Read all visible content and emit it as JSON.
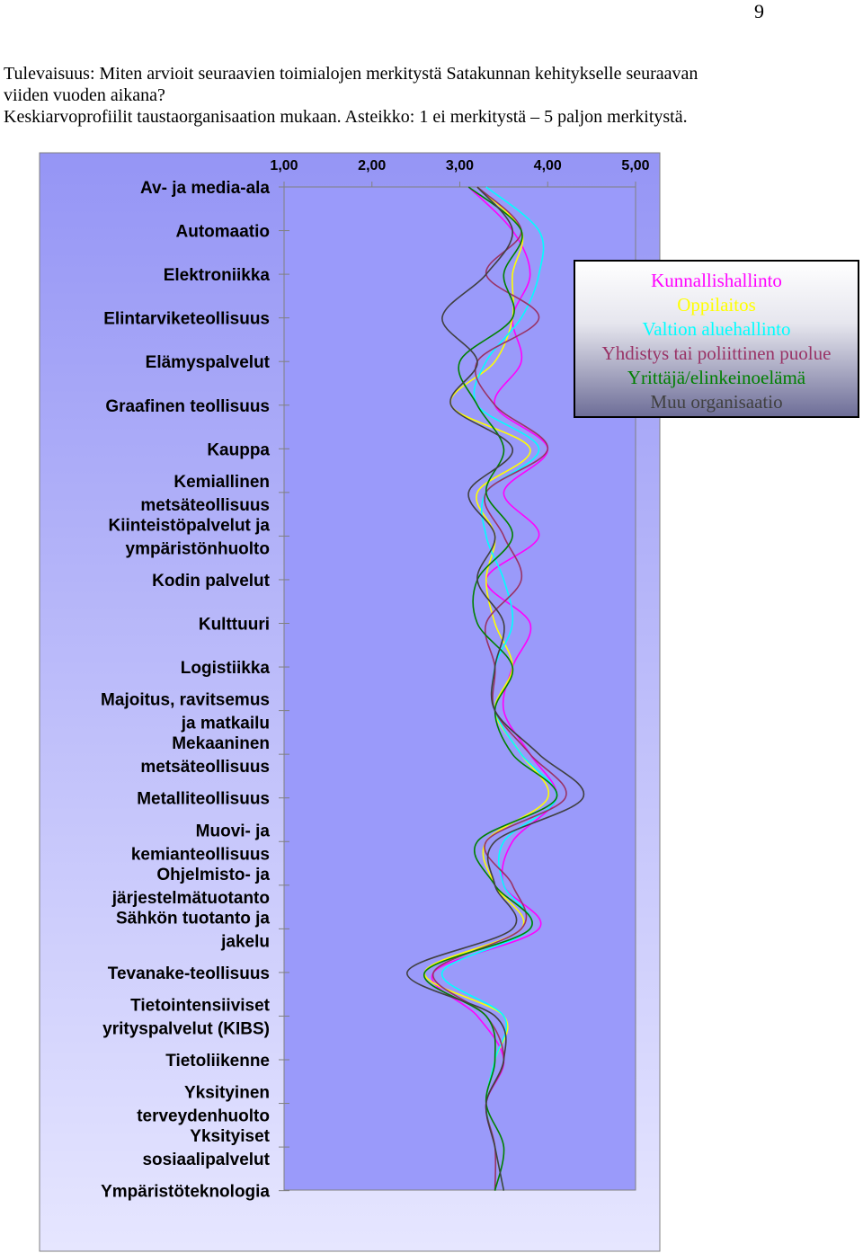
{
  "page": {
    "number": "9"
  },
  "intro": {
    "line1": "Tulevaisuus: Miten arvioit seuraavien toimialojen merkitystä Satakunnan kehitykselle seuraavan",
    "line2": "viiden vuoden aikana?",
    "line3": "Keskiarvoprofiilit taustaorganisaation mukaan. Asteikko: 1 ei merkitystä – 5 paljon merkitystä."
  },
  "colors": {
    "plot_background": "#9a9afa",
    "frame_background_top": "#9595f5",
    "frame_background_bottom": "#e6e6ff"
  },
  "chart_data": {
    "type": "line",
    "orientation": "horizontal-profile",
    "xlim": [
      1,
      5
    ],
    "x_ticks": [
      "1,00",
      "2,00",
      "3,00",
      "4,00",
      "5,00"
    ],
    "grid": false,
    "legend_position": "right",
    "categories": [
      [
        "Av- ja media-ala"
      ],
      [
        "Automaatio"
      ],
      [
        "Elektroniikka"
      ],
      [
        "Elintarviketeollisuus"
      ],
      [
        "Elämyspalvelut"
      ],
      [
        "Graafinen teollisuus"
      ],
      [
        "Kauppa"
      ],
      [
        "Kemiallinen",
        "metsäteollisuus"
      ],
      [
        "Kiinteistöpalvelut ja",
        "ympäristönhuolto"
      ],
      [
        "Kodin palvelut"
      ],
      [
        "Kulttuuri"
      ],
      [
        "Logistiikka"
      ],
      [
        "Majoitus, ravitsemus",
        "ja matkailu"
      ],
      [
        "Mekaaninen",
        "metsäteollisuus"
      ],
      [
        "Metalliteollisuus"
      ],
      [
        "Muovi- ja",
        "kemianteollisuus"
      ],
      [
        "Ohjelmisto- ja",
        "järjestelmätuotanto"
      ],
      [
        "Sähkön tuotanto ja",
        "jakelu"
      ],
      [
        "Tevanake-teollisuus"
      ],
      [
        "Tietointensiiviset",
        "yrityspalvelut (KIBS)"
      ],
      [
        "Tietoliikenne"
      ],
      [
        "Yksityinen",
        "terveydenhuolto"
      ],
      [
        "Yksityiset",
        "sosiaalipalvelut"
      ],
      [
        "Ympäristöteknologia"
      ]
    ],
    "series": [
      {
        "name": "Kunnallishallinto",
        "color": "#ff00ff",
        "values": [
          3.1,
          3.6,
          3.8,
          3.6,
          3.7,
          3.4,
          4.0,
          3.5,
          3.9,
          3.3,
          3.8,
          3.6,
          3.5,
          3.8,
          4.1,
          3.6,
          3.5,
          3.9,
          2.7,
          3.2,
          3.5,
          3.3,
          3.4,
          3.5
        ]
      },
      {
        "name": "Oppilaitos",
        "color": "#ffff00",
        "values": [
          3.2,
          3.7,
          3.6,
          3.6,
          3.4,
          2.9,
          3.8,
          3.2,
          3.4,
          3.3,
          3.4,
          3.6,
          3.4,
          3.7,
          4.0,
          3.3,
          3.4,
          3.7,
          2.6,
          3.5,
          3.4,
          3.3,
          3.4,
          3.5
        ]
      },
      {
        "name": "Valtion aluehallinto",
        "color": "#00ffff",
        "values": [
          3.3,
          3.9,
          3.9,
          3.7,
          3.3,
          3.2,
          3.9,
          3.3,
          3.3,
          3.5,
          3.6,
          3.4,
          3.4,
          3.7,
          4.1,
          3.5,
          3.5,
          3.8,
          2.8,
          3.5,
          3.4,
          3.3,
          3.4,
          3.5
        ]
      },
      {
        "name": "Yhdistys tai poliittinen puolue",
        "color": "#993366",
        "values": [
          3.2,
          3.7,
          3.3,
          3.9,
          3.2,
          3.4,
          4.0,
          3.3,
          3.5,
          3.7,
          3.3,
          3.4,
          3.4,
          3.8,
          4.2,
          3.3,
          3.6,
          3.7,
          2.7,
          3.3,
          3.5,
          3.3,
          3.4,
          3.4
        ]
      },
      {
        "name": "Yrittäjä/elinkeinoelämä",
        "color": "#008000",
        "values": [
          3.1,
          3.7,
          3.5,
          3.6,
          3.0,
          3.2,
          3.5,
          3.3,
          3.6,
          3.2,
          3.2,
          3.6,
          3.4,
          3.6,
          4.1,
          3.2,
          3.4,
          3.8,
          2.6,
          3.3,
          3.4,
          3.3,
          3.5,
          3.4
        ]
      },
      {
        "name": "Muu organisaatio",
        "color": "#404040",
        "values": [
          3.2,
          3.6,
          3.3,
          2.8,
          3.2,
          2.9,
          3.6,
          3.1,
          3.4,
          3.2,
          3.5,
          3.4,
          3.4,
          3.9,
          4.4,
          3.4,
          3.4,
          3.6,
          2.4,
          3.4,
          3.5,
          3.3,
          3.4,
          3.5
        ]
      }
    ]
  }
}
